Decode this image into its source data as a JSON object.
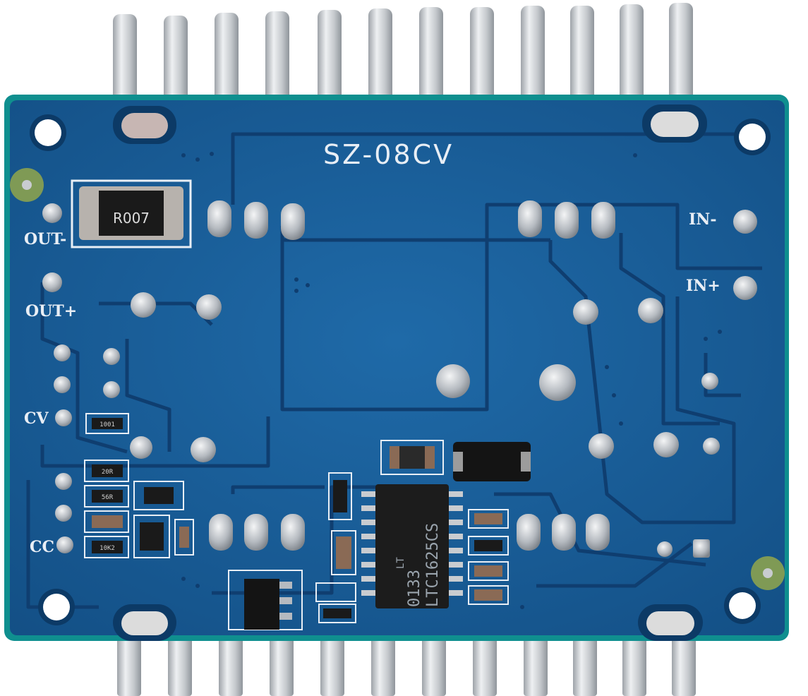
{
  "board": {
    "model": "SZ-08CV",
    "resistor_marking": "R007",
    "chip_marking_line1": "0133",
    "chip_marking_line2": "LTC1625CS",
    "chip_logo_glyph": "LT"
  },
  "labels": {
    "out_minus": "OUT-",
    "out_plus": "OUT+",
    "cv": "CV",
    "cc": "CC",
    "in_minus": "IN-",
    "in_plus": "IN+"
  },
  "smd_markings": {
    "r_cv": "1001",
    "r_a": "20R",
    "r_b": "56R",
    "r_c": "10K2"
  },
  "colors": {
    "pcb": "#1a5e96",
    "pcb_edge": "#0f8f8f",
    "trace": "#0f3e70",
    "silkscreen": "#e8eef5",
    "heatsink": "#c9ccd0",
    "solder": "#b8bdc4",
    "ic_body": "#1c1c1c"
  }
}
